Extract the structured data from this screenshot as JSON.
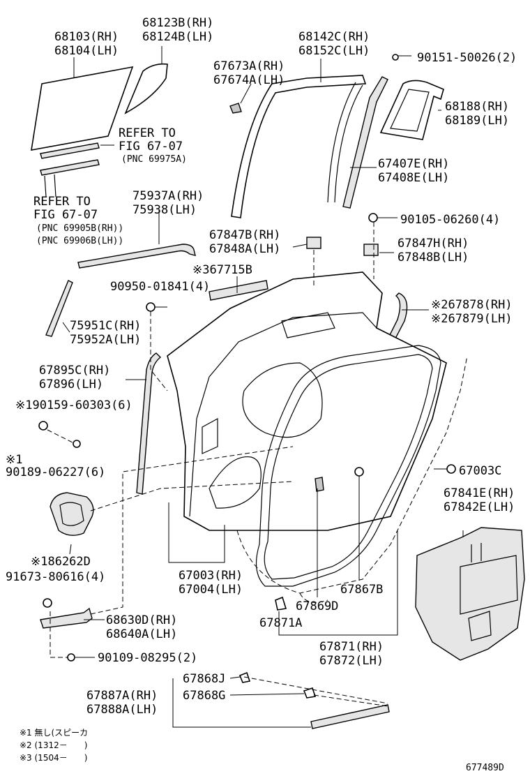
{
  "parts": {
    "p68103": "68103(RH)",
    "p68104": "68104(LH)",
    "p68123": "68123B(RH)",
    "p68124": "68124B(LH)",
    "p68142": "68142C(RH)",
    "p68152": "68152C(LH)",
    "p67673": "67673A(RH)",
    "p67674": "67674A(LH)",
    "p90151": "90151-50026(2)",
    "p68188": "68188(RH)",
    "p68189": "68189(LH)",
    "refer1_a": "REFER TO",
    "refer1_b": "FIG 67-07",
    "refer1_c": "(PNC 69975A)",
    "p67407": "67407E(RH)",
    "p67408": "67408E(LH)",
    "refer2_a": "REFER TO",
    "refer2_b": "FIG 67-07",
    "refer2_c": "(PNC 69905B(RH))",
    "refer2_d": "(PNC 69906B(LH))",
    "p75937": "75937A(RH)",
    "p75938": "75938(LH)",
    "p90105": "90105-06260(4)",
    "p67847b": "67847B(RH)",
    "p67848a": "67848A(LH)",
    "p67847h": "67847H(RH)",
    "p67848b": "67848B(LH)",
    "p67715": "※367715B",
    "p90950": "90950-01841(4)",
    "p67878": "※267878(RH)",
    "p67879": "※267879(LH)",
    "p75951": "75951C(RH)",
    "p75952": "75952A(LH)",
    "p67895": "67895C(RH)",
    "p67896": "67896(LH)",
    "p90159": "※190159-60303(6)",
    "p90189_mark": "※1",
    "p90189": "90189-06227(6)",
    "p67003c": "67003C",
    "p67841": "67841E(RH)",
    "p67842": "67842E(LH)",
    "p86262": "※186262D",
    "p91673": "91673-80616(4)",
    "p67003": "67003(RH)",
    "p67004": "67004(LH)",
    "p67867": "67867B",
    "p67869": "67869D",
    "p68630": "68630D(RH)",
    "p68640": "68640A(LH)",
    "p67871a": "67871A",
    "p67871": "67871(RH)",
    "p67872": "67872(LH)",
    "p90109": "90109-08295(2)",
    "p67868j": "67868J",
    "p67887": "67887A(RH)",
    "p67868g": "67868G",
    "p67888": "67888A(LH)"
  },
  "notes": {
    "n1": "※1 無し(スピーカ",
    "n2": "※2 (1312－　　)",
    "n3": "※3 (1504－　　)"
  },
  "diagram_id": "677489D"
}
